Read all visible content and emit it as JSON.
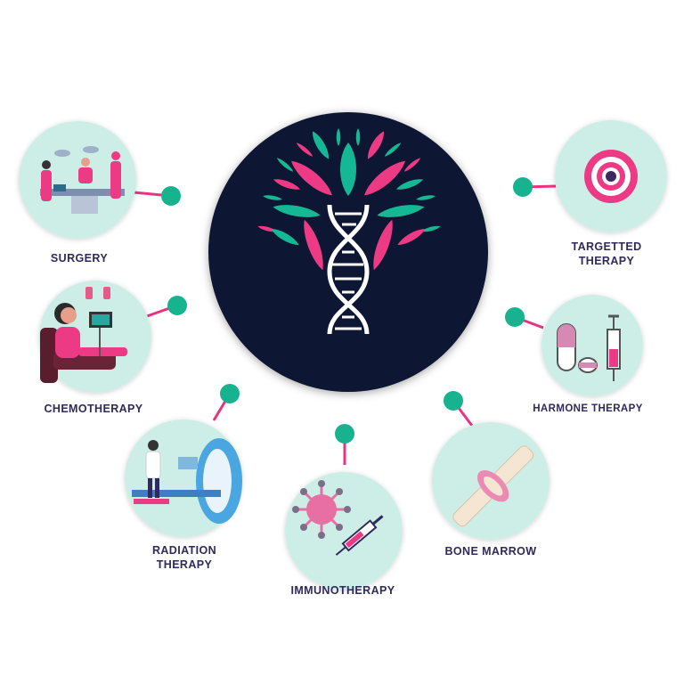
{
  "title": "Cancer Treatment Options",
  "colors": {
    "center_bg": "#111433",
    "node_bg": "#cdeee7",
    "dot": "#17b38f",
    "connector": "#e8337f",
    "pink": "#ec3a84",
    "teal": "#15b894",
    "label": "#2e2a5c"
  },
  "nodes": [
    {
      "id": "surgery",
      "label": "SURGERY",
      "icon": "surgery-team-icon"
    },
    {
      "id": "chemotherapy",
      "label": "CHEMOTHERAPY",
      "icon": "chemotherapy-patient-icon"
    },
    {
      "id": "radiation",
      "label_line1": "RADIATION",
      "label_line2": "THERAPY",
      "icon": "radiation-scanner-icon"
    },
    {
      "id": "immunotherapy",
      "label": "IMMUNOTHERAPY",
      "icon": "virus-syringe-icon"
    },
    {
      "id": "bone-marrow",
      "label": "BONE MARROW",
      "icon": "bone-joint-icon"
    },
    {
      "id": "harmone",
      "label": "HARMONE THERAPY",
      "icon": "pills-syringe-icon"
    },
    {
      "id": "targetted",
      "label_line1": "TARGETTED",
      "label_line2": "THERAPY",
      "icon": "target-icon"
    }
  ]
}
